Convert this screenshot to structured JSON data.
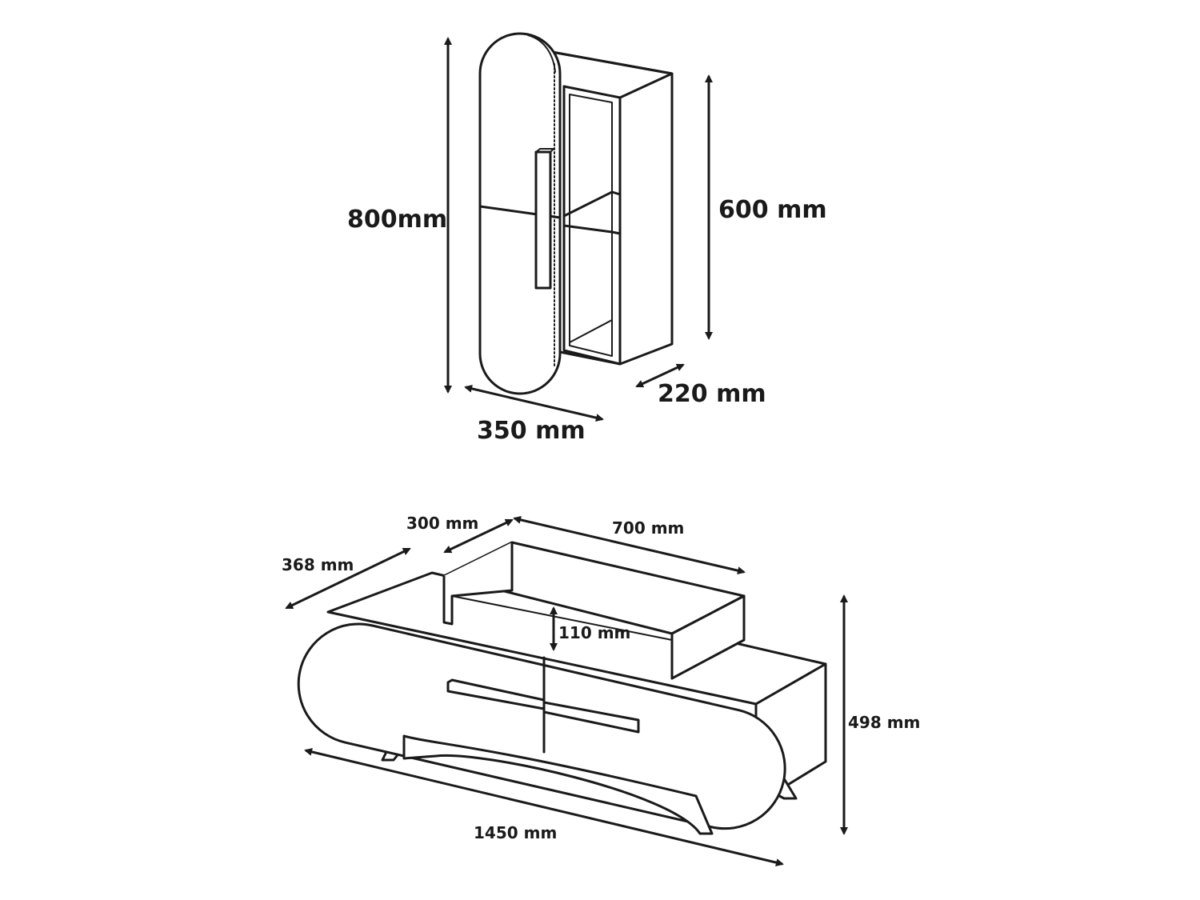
{
  "wall_cabinet": {
    "total_height": "800mm",
    "body_height": "600 mm",
    "depth": "220 mm",
    "width": "350 mm"
  },
  "tv_stand": {
    "depth": "368 mm",
    "top_shelf_depth": "300 mm",
    "top_shelf_width": "700 mm",
    "top_shelf_height": "110 mm",
    "height": "498 mm",
    "width": "1450 mm"
  }
}
